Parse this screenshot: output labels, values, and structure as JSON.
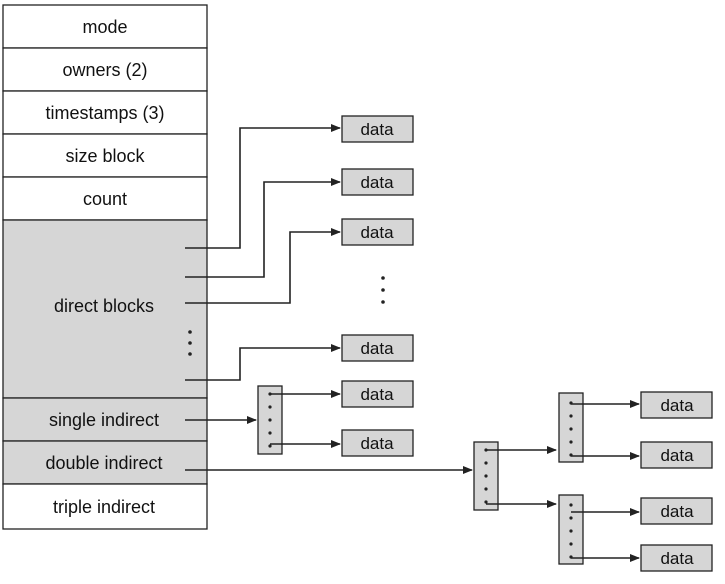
{
  "inode": {
    "fields": [
      "mode",
      "owners (2)",
      "timestamps (3)",
      "size block",
      "count"
    ],
    "direct_label": "direct blocks",
    "single_indirect": "single indirect",
    "double_indirect": "double indirect",
    "triple_indirect": "triple indirect"
  },
  "data_label": "data",
  "colors": {
    "shaded": "#d6d6d6",
    "stroke": "#222222",
    "background": "#ffffff"
  }
}
